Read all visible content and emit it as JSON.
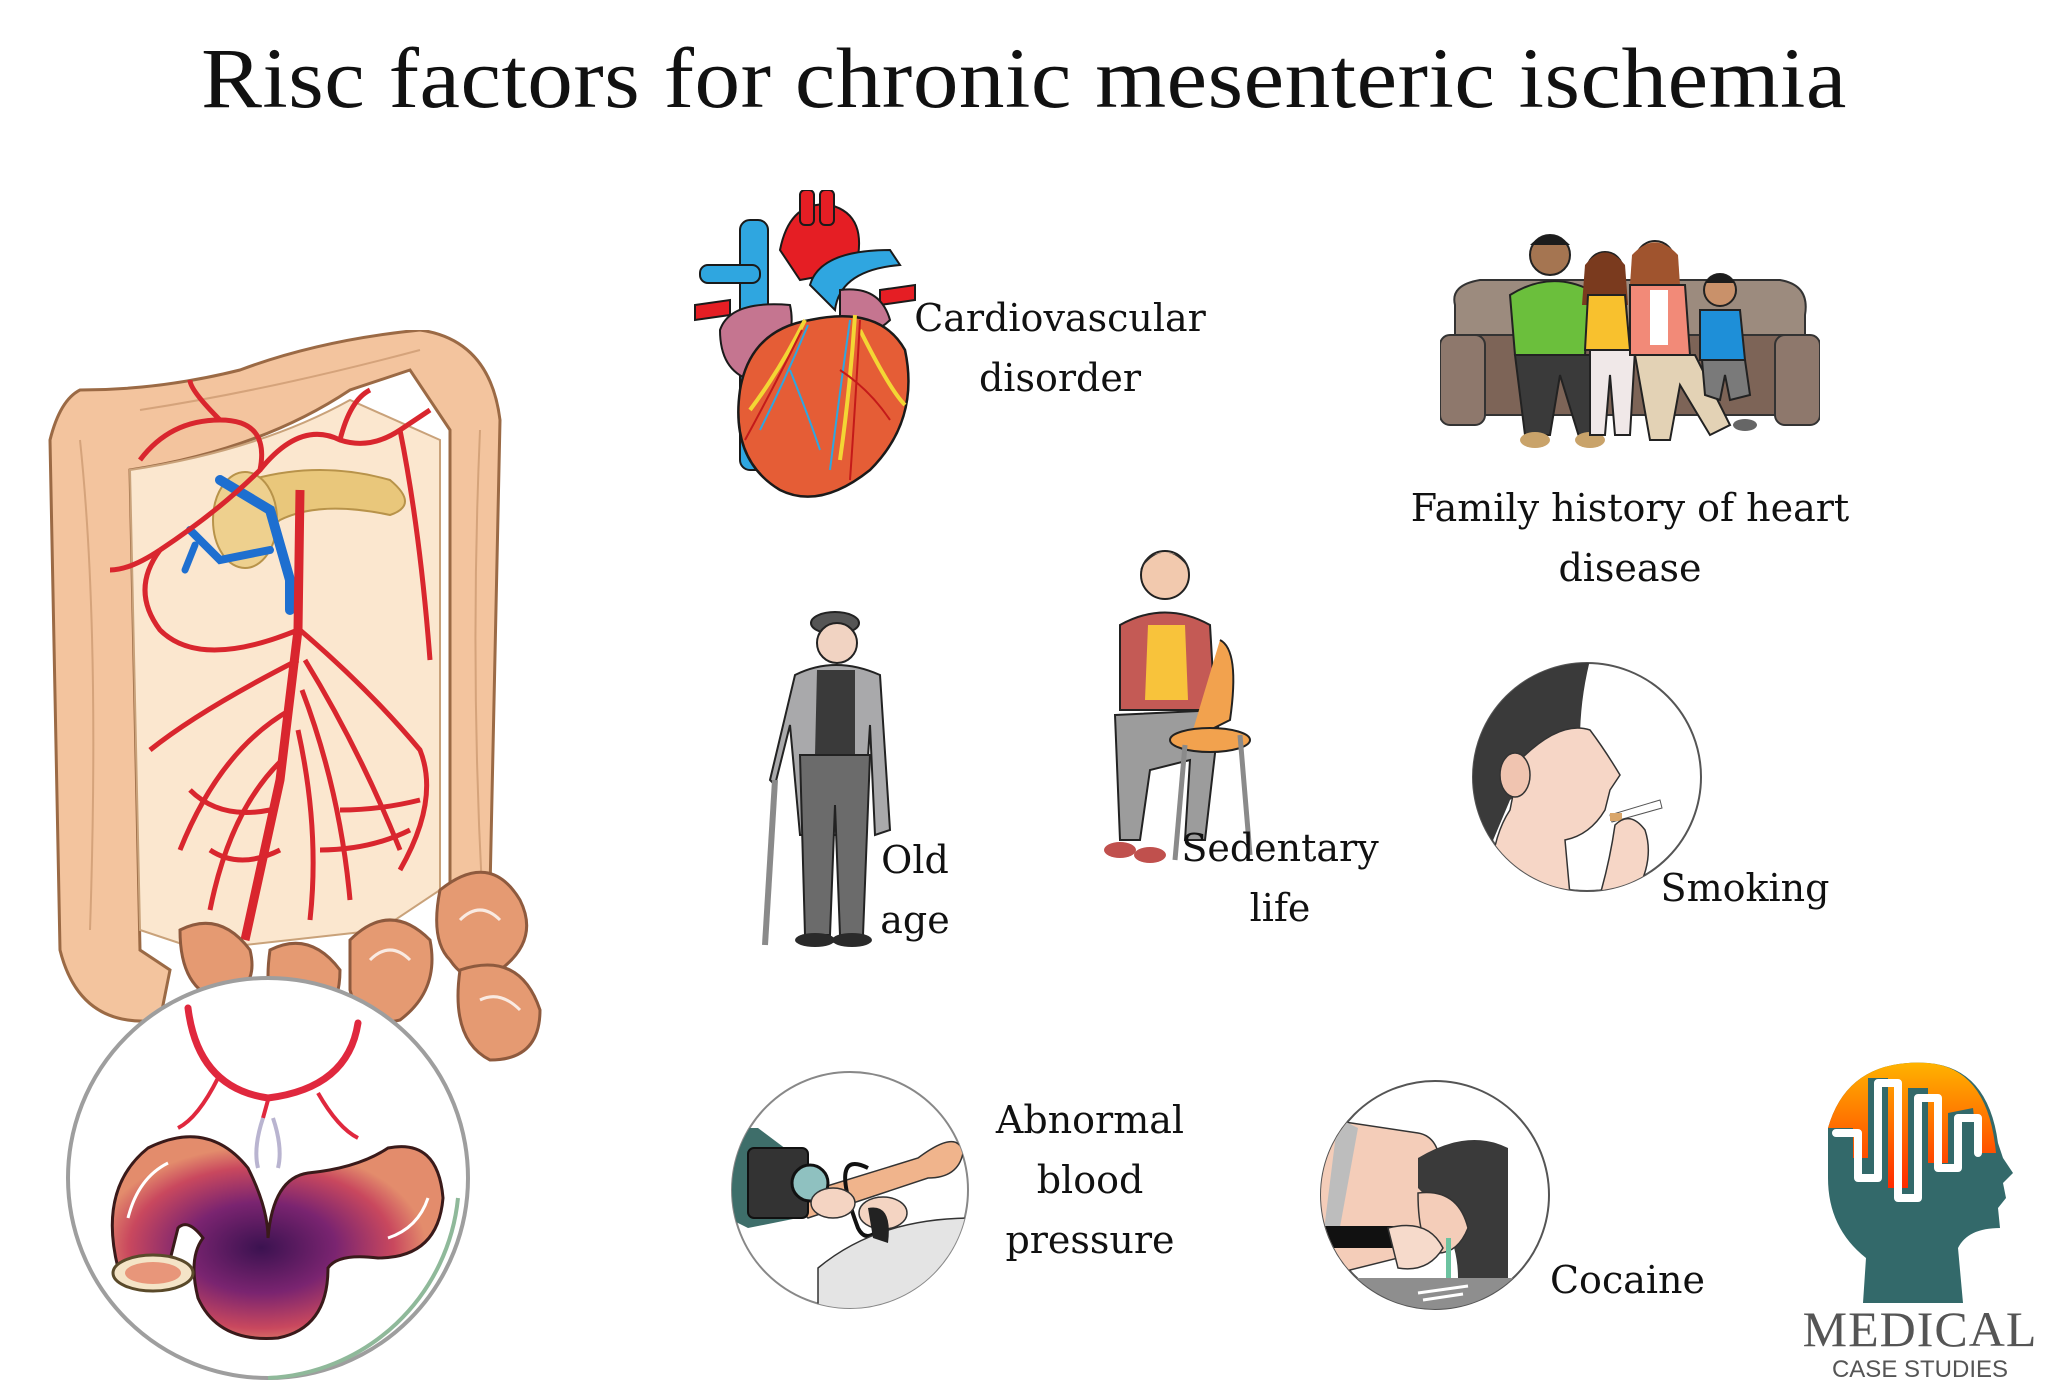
{
  "header": {
    "title": "Risc factors for chronic mesenteric ischemia"
  },
  "main_illustration": {
    "icon": "colon-mesenteric-arteries-icon",
    "inset_icon": "ischemic-bowel-loop-icon"
  },
  "risk_factors": [
    {
      "id": "cardiovascular",
      "icon": "heart-icon",
      "label_lines": [
        "Cardiovascular",
        "disorder"
      ]
    },
    {
      "id": "family-history",
      "icon": "family-on-couch-icon",
      "label_lines": [
        "Family history of heart",
        "disease"
      ]
    },
    {
      "id": "old-age",
      "icon": "elderly-man-with-cane-icon",
      "label_lines": [
        "Old",
        "age"
      ]
    },
    {
      "id": "sedentary",
      "icon": "seated-woman-icon",
      "label_lines": [
        "Sedentary",
        "life"
      ]
    },
    {
      "id": "smoking",
      "icon": "woman-smoking-icon",
      "label_lines": [
        "Smoking"
      ]
    },
    {
      "id": "blood-pressure",
      "icon": "blood-pressure-cuff-icon",
      "label_lines": [
        "Abnormal",
        "blood",
        "pressure"
      ]
    },
    {
      "id": "cocaine",
      "icon": "snorting-cocaine-icon",
      "label_lines": [
        "Cocaine"
      ]
    }
  ],
  "logo": {
    "icon": "head-brainwave-logo-icon",
    "name": "MEDICAL",
    "subtitle": "CASE STUDIES",
    "colors": {
      "head": "#33696A",
      "wave_top": "#FFB300",
      "wave_bottom": "#FF2A00",
      "text": "#555555"
    }
  },
  "colors": {
    "artery": "#D9262E",
    "vein": "#1E6FD0",
    "colon": "#F2C29A",
    "bowel": "#E59A72",
    "ischemic": "#5A1E6A"
  }
}
